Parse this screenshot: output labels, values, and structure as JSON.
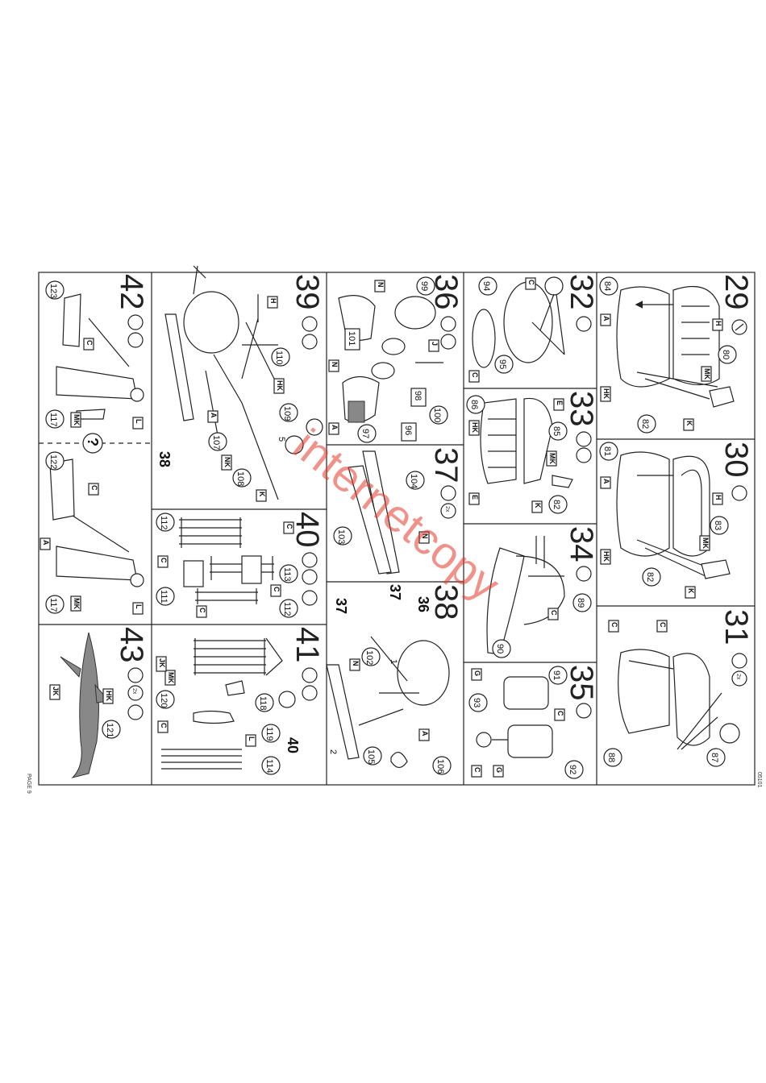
{
  "page": {
    "label": "PAGE 9",
    "code": "05101",
    "watermark": "internetcopy"
  },
  "steps": [
    {
      "number": "29",
      "parts": [
        "84",
        "80",
        "82"
      ],
      "codes": [
        "A",
        "H",
        "K",
        "HK",
        "MK"
      ]
    },
    {
      "number": "30",
      "parts": [
        "81",
        "83",
        "82"
      ],
      "codes": [
        "A",
        "H",
        "K",
        "HK",
        "MK"
      ]
    },
    {
      "number": "31",
      "multiplier": "2x",
      "parts": [
        "88",
        "87"
      ],
      "codes": [
        "C"
      ]
    },
    {
      "number": "32",
      "parts": [
        "94",
        "95"
      ],
      "codes": [
        "C"
      ]
    },
    {
      "number": "33",
      "parts": [
        "86",
        "85",
        "82"
      ],
      "codes": [
        "E",
        "HK",
        "K",
        "MK"
      ]
    },
    {
      "number": "34",
      "parts": [
        "89",
        "90"
      ],
      "codes": [
        "C"
      ]
    },
    {
      "number": "35",
      "parts": [
        "91",
        "93",
        "92"
      ],
      "codes": [
        "G",
        "C"
      ]
    },
    {
      "number": "36",
      "parts": [
        "99",
        "101",
        "98",
        "100",
        "97",
        "96"
      ],
      "codes": [
        "N",
        "J",
        "A"
      ]
    },
    {
      "number": "37",
      "multiplier": "2x",
      "parts": [
        "104",
        "103"
      ],
      "codes": [
        "N"
      ]
    },
    {
      "number": "38",
      "parts": [
        "102",
        "105",
        "106"
      ],
      "codes": [
        "N",
        "A"
      ],
      "refs": [
        "36",
        "37",
        "1",
        "2"
      ]
    },
    {
      "number": "39",
      "parts": [
        "110",
        "109",
        "107",
        "108"
      ],
      "codes": [
        "H",
        "HK",
        "A",
        "K",
        "NK"
      ],
      "refs": [
        "38",
        "5"
      ]
    },
    {
      "number": "40",
      "parts": [
        "112",
        "113",
        "111",
        "112"
      ],
      "codes": [
        "C"
      ]
    },
    {
      "number": "41",
      "parts": [
        "118",
        "120",
        "119",
        "114"
      ],
      "codes": [
        "C",
        "MK",
        "JK",
        "L"
      ],
      "refs": [
        "40"
      ]
    },
    {
      "number": "42",
      "parts": [
        "123",
        "117",
        "122",
        "117"
      ],
      "codes": [
        "C",
        "MK",
        "L",
        "A"
      ]
    },
    {
      "number": "43",
      "multiplier": "2x",
      "parts": [
        "121"
      ],
      "codes": [
        "JK",
        "HK"
      ]
    }
  ]
}
